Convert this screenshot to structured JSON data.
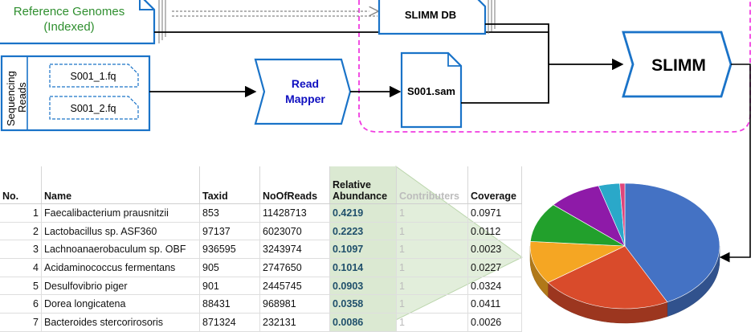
{
  "diagram": {
    "reference_genomes": [
      "Reference Genomes",
      "(Indexed)"
    ],
    "slimm_db": "SLIMM DB",
    "sequencing_reads": [
      "Sequencing",
      "Reads"
    ],
    "read_files": [
      "S001_1.fq",
      "S001_2.fq"
    ],
    "read_mapper": [
      "Read",
      "Mapper"
    ],
    "sam_file": "S001.sam",
    "slimm": "SLIMM"
  },
  "table": {
    "headers": [
      "No.",
      "Name",
      "Taxid",
      "NoOfReads",
      "Relative Abundance",
      "Contributers",
      "Coverage"
    ],
    "rows": [
      [
        "1",
        "Faecalibacterium prausnitzii",
        "853",
        "11428713",
        "0.4219",
        "1",
        "0.0971"
      ],
      [
        "2",
        "Lactobacillus sp. ASF360",
        "97137",
        "6023070",
        "0.2223",
        "1",
        "0.0112"
      ],
      [
        "3",
        "Lachnoanaerobaculum sp. OBF",
        "936595",
        "3243974",
        "0.1097",
        "1",
        "0.0023"
      ],
      [
        "4",
        "Acidaminococcus fermentans",
        "905",
        "2747650",
        "0.1014",
        "1",
        "0.0227"
      ],
      [
        "5",
        "Desulfovibrio piger",
        "901",
        "2445745",
        "0.0903",
        "1",
        "0.0324"
      ],
      [
        "6",
        "Dorea longicatena",
        "88431",
        "968981",
        "0.0358",
        "1",
        "0.0411"
      ],
      [
        "7",
        "Bacteroides stercorirosoris",
        "871324",
        "232131",
        "0.0086",
        "1",
        "0.0026"
      ]
    ]
  },
  "chart_data": {
    "type": "pie",
    "values": [
      0.4219,
      0.2223,
      0.1097,
      0.1014,
      0.0903,
      0.0358,
      0.0086
    ],
    "colors": [
      "#4472c4",
      "#d94b2b",
      "#f5a623",
      "#22a02c",
      "#8e1aa8",
      "#2aa8c9",
      "#e0457b"
    ],
    "style": "3d"
  },
  "colors": {
    "box_blue": "#1a73c8",
    "dashed_magenta": "#f03ce0",
    "label_blue": "#1010c0",
    "ref_green": "#2f8f2f",
    "highlight_green": "#dbe9d2"
  }
}
